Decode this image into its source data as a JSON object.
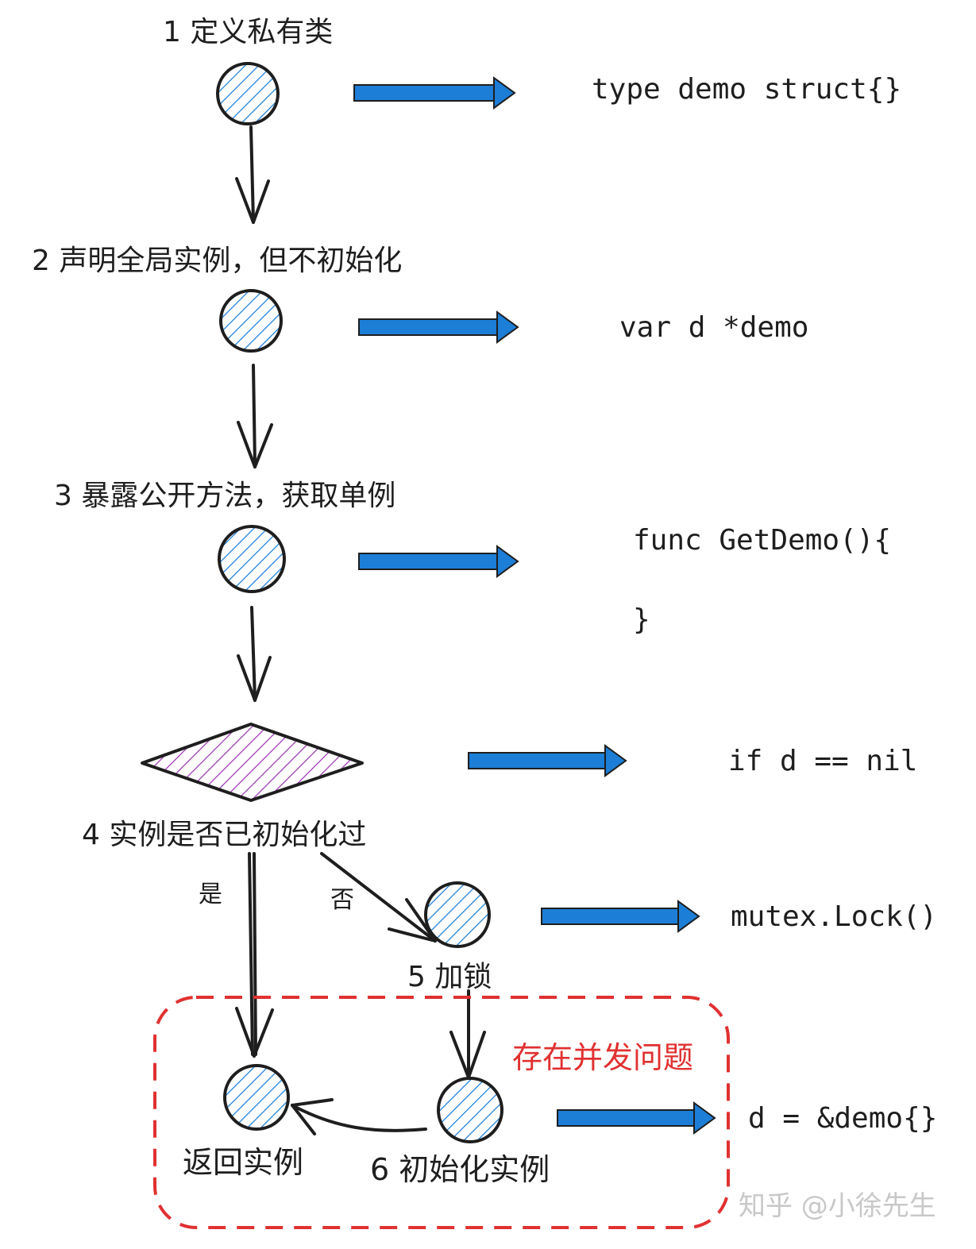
{
  "colors": {
    "stroke": "#1e1e1e",
    "blue_arrow": "#1c7ed6",
    "circle_hatch": "#1c7ed6",
    "diamond_hatch": "#9c36b5",
    "warning": "#e03131",
    "watermark": "#c8c8c8"
  },
  "steps": {
    "s1": "1 定义私有类",
    "s2": "2 声明全局实例，但不初始化",
    "s3": "3 暴露公开方法，获取单例",
    "s4": "4 实例是否已初始化过",
    "s5": "5 加锁",
    "s6": "6 初始化实例",
    "ret": "返回实例"
  },
  "branches": {
    "yes": "是",
    "no": "否"
  },
  "code": {
    "c1": "type demo struct{}",
    "c2": "var d *demo",
    "c3_open": "func GetDemo(){",
    "c3_close": "}",
    "c4": "if d == nil",
    "c5": "mutex.Lock()",
    "c6": "d = &demo{}"
  },
  "warning": "存在并发问题",
  "watermark": "知乎 @小徐先生"
}
